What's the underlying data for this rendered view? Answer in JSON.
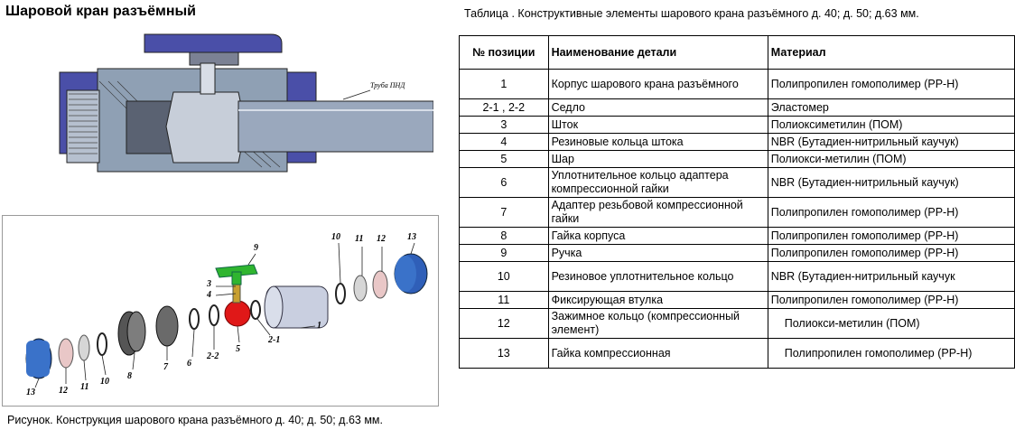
{
  "title": "Шаровой кран разъёмный",
  "table_caption": "Таблица .  Конструктивные элементы шарового крана разъёмного д. 40; д. 50; д.63 мм.",
  "figure_caption": "Рисунок. Конструкция шарового крана разъёмного д. 40; д. 50; д.63 мм.",
  "section_label": "Труба ПНД",
  "table": {
    "headers": {
      "pos": "№ позиции",
      "name": "Наименование детали",
      "material": "Материал"
    },
    "rows": [
      {
        "pos": "1",
        "name": "Корпус шарового крана разъёмного",
        "material": "Полипропилен гомополимер (PP-H)"
      },
      {
        "pos": "2-1 , 2-2",
        "name": "Седло",
        "material": "Эластомер"
      },
      {
        "pos": "3",
        "name": "Шток",
        "material": "Полиоксиметилин (ПОМ)"
      },
      {
        "pos": "4",
        "name": "Резиновые кольца штока",
        "material": "NBR (Бутадиен-нитрильный каучук)"
      },
      {
        "pos": "5",
        "name": "Шар",
        "material": "Полиокси-метилин (ПОМ)"
      },
      {
        "pos": "6",
        "name": "Уплотнительное кольцо адаптера компрессионной гайки",
        "material": "NBR (Бутадиен-нитрильный каучук)"
      },
      {
        "pos": "7",
        "name": "Адаптер резьбовой компрессионной гайки",
        "material": "Полипропилен гомополимер (PP-H)"
      },
      {
        "pos": "8",
        "name": "Гайка корпуса",
        "material": "Полипропилен гомополимер (PP-H)"
      },
      {
        "pos": "9",
        "name": "Ручка",
        "material": "Полипропилен гомополимер (PP-H)"
      },
      {
        "pos": "10",
        "name": "Резиновое уплотнительное кольцо",
        "material": "NBR (Бутадиен-нитрильный каучук"
      },
      {
        "pos": "11",
        "name": "Фиксирующая втулка",
        "material": "Полипропилен гомополимер (PP-H)"
      },
      {
        "pos": "12",
        "name": "Зажимное кольцо (компрессионный элемент)",
        "material": "Полиокси-метилин (ПОМ)"
      },
      {
        "pos": "13",
        "name": "Гайка компрессионная",
        "material": "Полипропилен  гомополимер (PP-H)"
      }
    ]
  },
  "part_labels": [
    "1",
    "2-1",
    "2-2",
    "3",
    "4",
    "5",
    "6",
    "7",
    "8",
    "9",
    "10",
    "11",
    "12",
    "13"
  ],
  "colors": {
    "blue": "#4a4fa8",
    "gray": "#8fa0b4",
    "green": "#2fb52f",
    "red": "#e01818",
    "brass": "#c8a030"
  }
}
